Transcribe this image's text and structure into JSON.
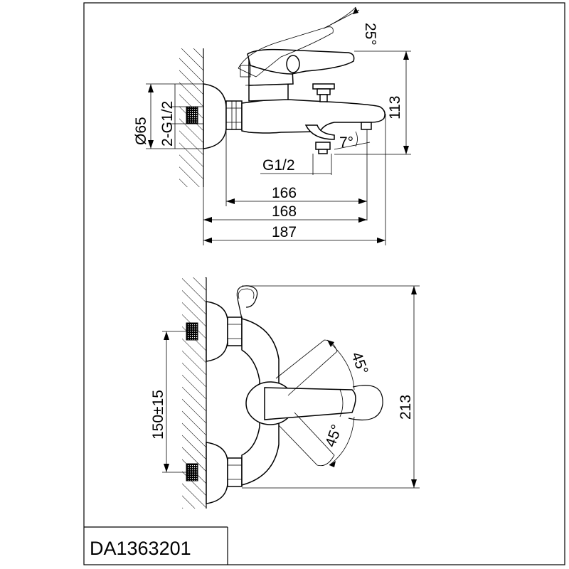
{
  "drawing": {
    "model_code": "DA1363201",
    "side_view": {
      "angle_lever": "25°",
      "height": "113",
      "diameter": "Ø65",
      "inlet_thread": "2-G1/2",
      "spout_angle": "7°",
      "outlet_thread": "G1/2",
      "length_166": "166",
      "length_168": "168",
      "length_187": "187"
    },
    "top_view": {
      "centers": "150±15",
      "depth": "213",
      "angle_upper": "45°",
      "angle_lower": "45°"
    }
  }
}
